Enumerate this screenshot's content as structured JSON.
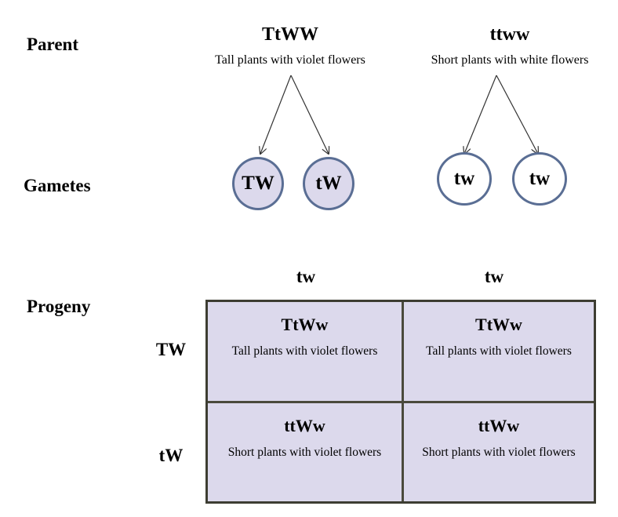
{
  "labels": {
    "parent": "Parent",
    "gametes": "Gametes",
    "progeny": "Progeny"
  },
  "parents": [
    {
      "genotype": "TtWW",
      "phenotype": "Tall plants with violet  flowers"
    },
    {
      "genotype": "ttww",
      "phenotype": "Short plants with white  flowers"
    }
  ],
  "gametes": [
    {
      "label": "TW",
      "parent": 0
    },
    {
      "label": "tW",
      "parent": 0
    },
    {
      "label": "tw",
      "parent": 1
    },
    {
      "label": "tw",
      "parent": 1
    }
  ],
  "punnett": {
    "columns": [
      "tw",
      "tw"
    ],
    "rows": [
      "TW",
      "tW"
    ],
    "cells": [
      [
        {
          "genotype": "TtWw",
          "phenotype": "Tall plants with violet flowers"
        },
        {
          "genotype": "TtWw",
          "phenotype": "Tall plants with violet flowers"
        }
      ],
      [
        {
          "genotype": "ttWw",
          "phenotype": "Short plants with violet flowers"
        },
        {
          "genotype": "ttWw",
          "phenotype": "Short plants with violet flowers"
        }
      ]
    ]
  },
  "colors": {
    "fill": "#dcd9ec",
    "circle_border": "#5a6e94",
    "grid_border": "#3d3d32",
    "arrow": "#333333"
  }
}
